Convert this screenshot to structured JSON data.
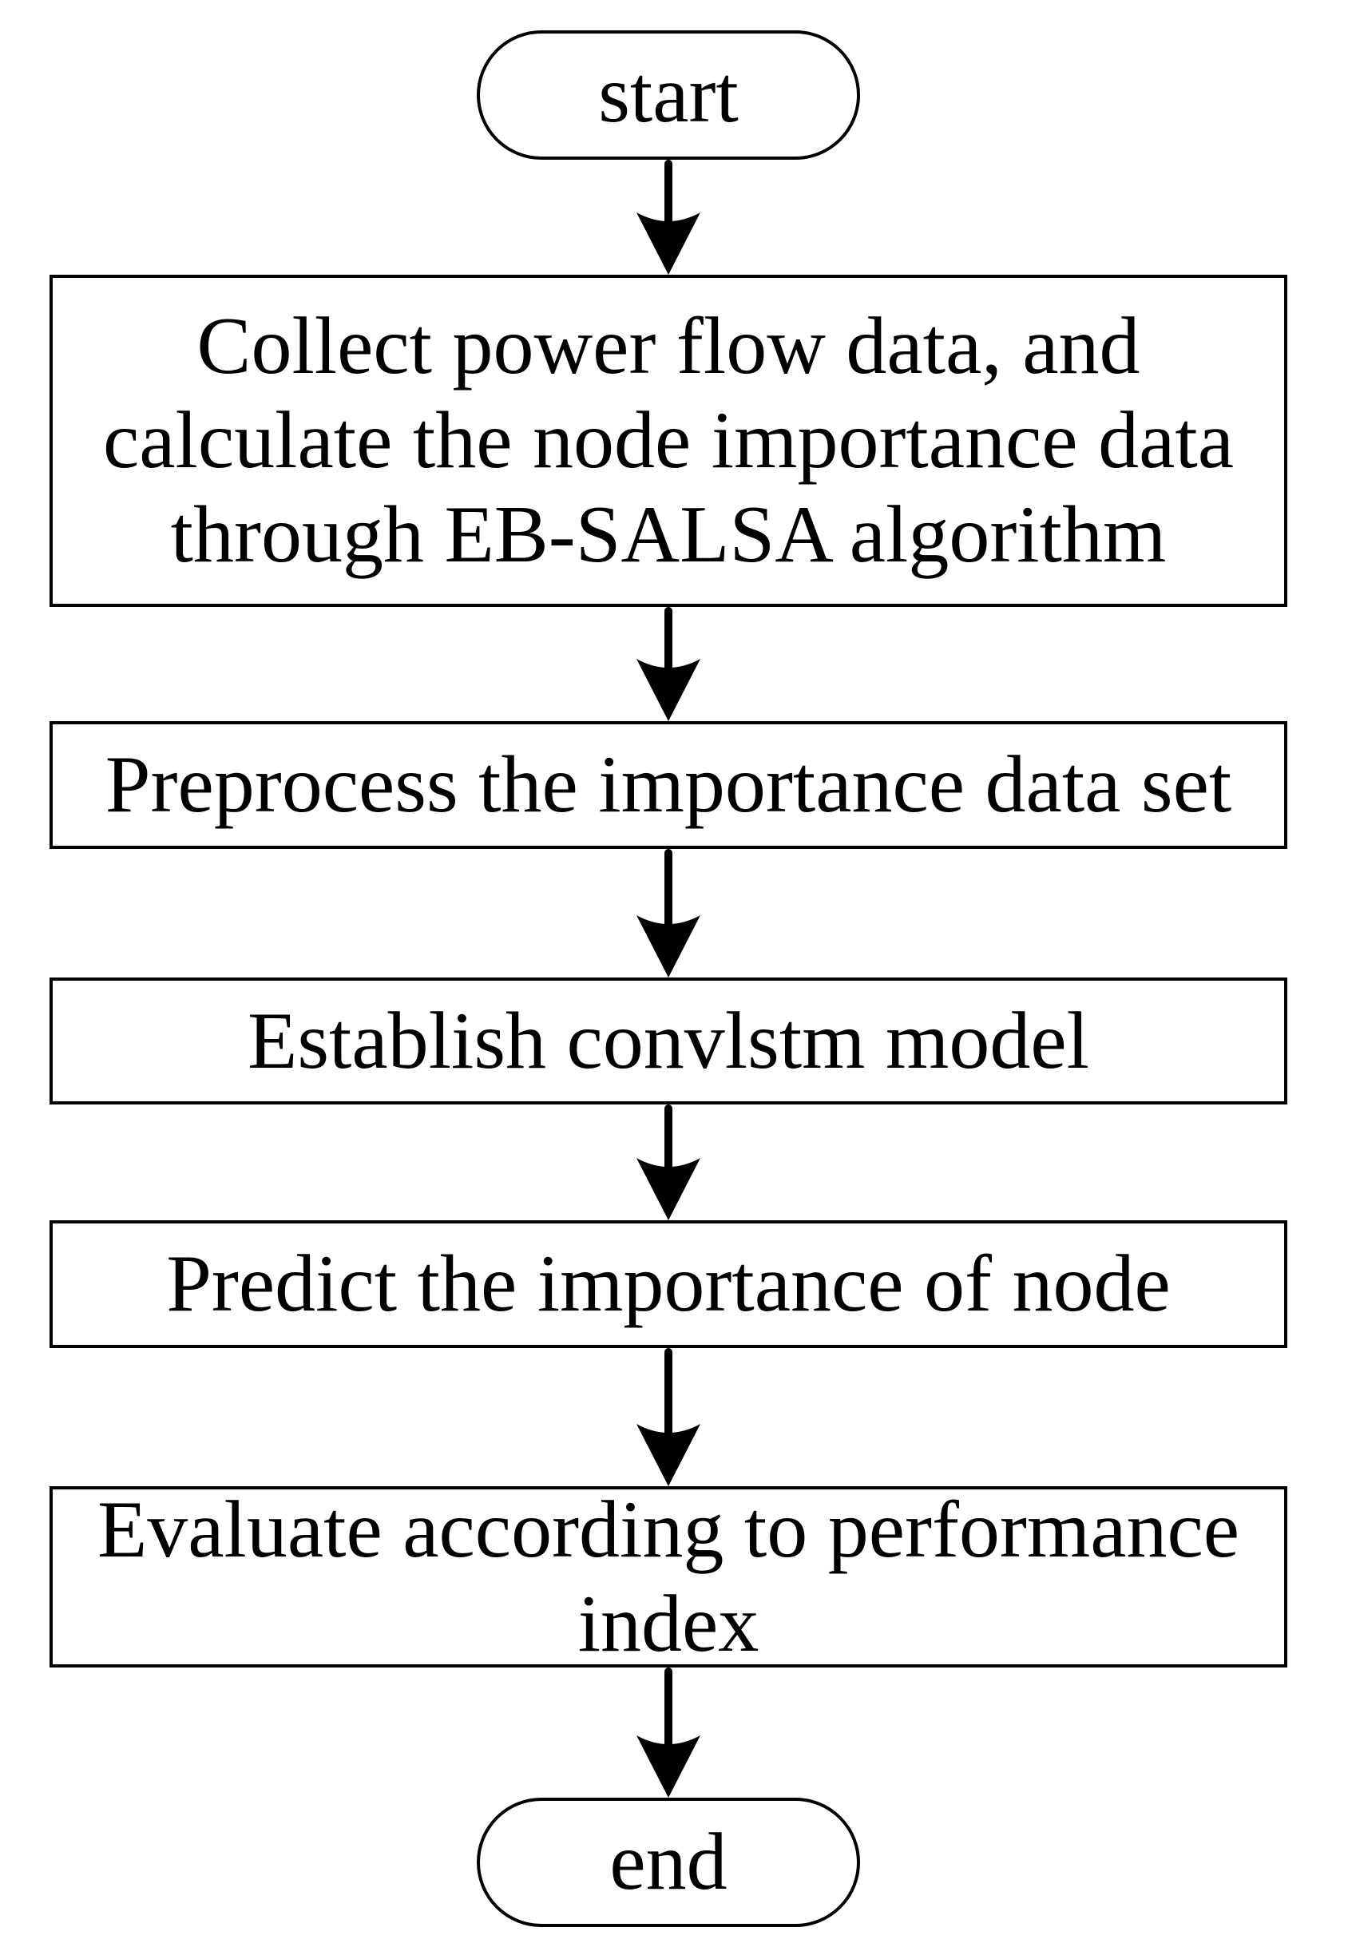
{
  "diagram_type": "flowchart",
  "nodes": [
    {
      "id": "start",
      "type": "terminal",
      "label": "start"
    },
    {
      "id": "collect",
      "type": "process",
      "label": "Collect power flow data, and\ncalculate the node importance data\nthrough EB-SALSA algorithm"
    },
    {
      "id": "preprocess",
      "type": "process",
      "label": "Preprocess the importance data set"
    },
    {
      "id": "establish",
      "type": "process",
      "label": "Establish convlstm model"
    },
    {
      "id": "predict",
      "type": "process",
      "label": "Predict the importance of node"
    },
    {
      "id": "evaluate",
      "type": "process",
      "label": "Evaluate according to performance\nindex"
    },
    {
      "id": "end",
      "type": "terminal",
      "label": "end"
    }
  ],
  "edges": [
    {
      "from": "start",
      "to": "collect"
    },
    {
      "from": "collect",
      "to": "preprocess"
    },
    {
      "from": "preprocess",
      "to": "establish"
    },
    {
      "from": "establish",
      "to": "predict"
    },
    {
      "from": "predict",
      "to": "evaluate"
    },
    {
      "from": "evaluate",
      "to": "end"
    }
  ],
  "colors": {
    "stroke": "#000000",
    "fill": "#ffffff",
    "text": "#000000"
  }
}
